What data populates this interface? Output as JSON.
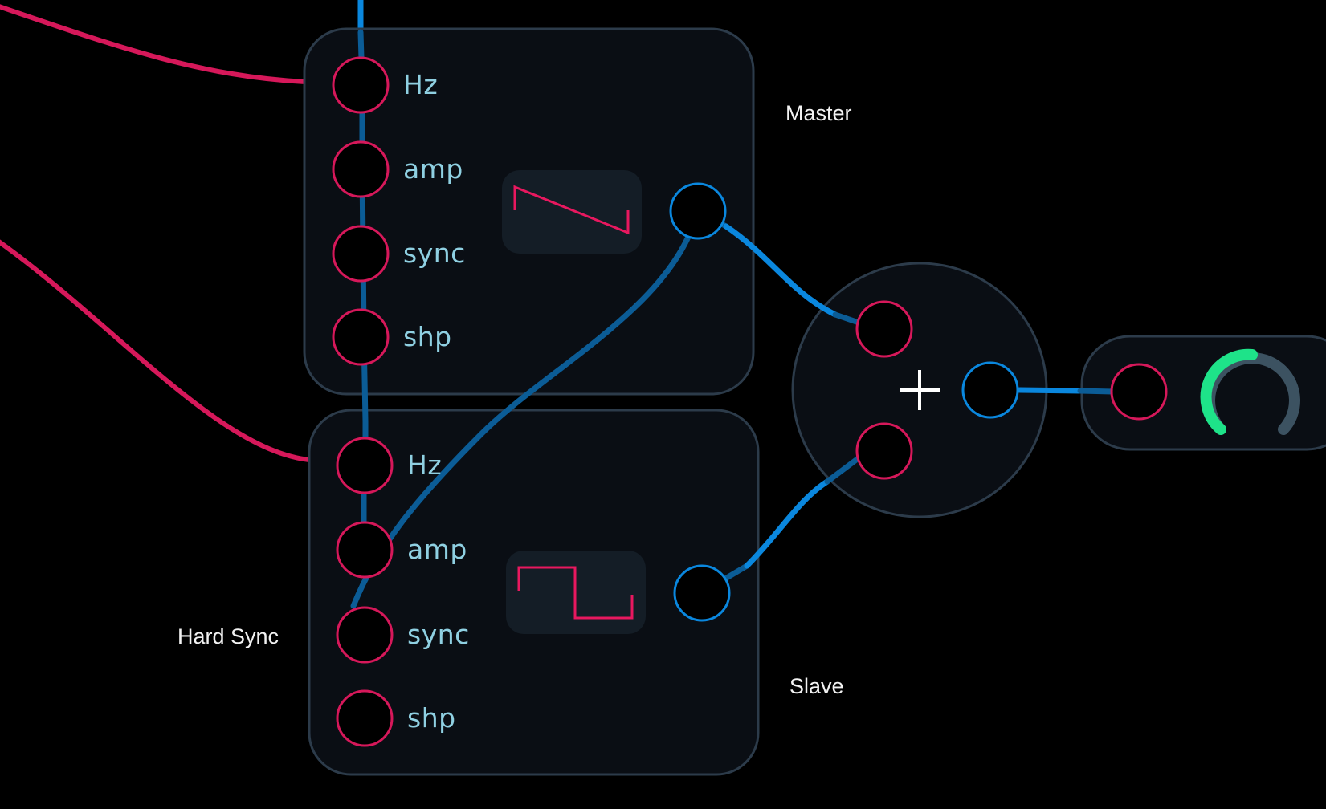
{
  "modules": {
    "master": {
      "caption": "Master",
      "waveform": "sawtooth-icon",
      "ports": [
        {
          "label": "Hz"
        },
        {
          "label": "amp"
        },
        {
          "label": "sync"
        },
        {
          "label": "shp"
        }
      ]
    },
    "slave": {
      "caption": "Slave",
      "waveform": "square-wave-icon",
      "ports": [
        {
          "label": "Hz"
        },
        {
          "label": "amp"
        },
        {
          "label": "sync"
        },
        {
          "label": "shp"
        }
      ]
    },
    "mixer": {
      "symbol": "+"
    },
    "output": {
      "knob_level": 0.5
    }
  },
  "annotations": {
    "hard_sync": "Hard Sync"
  },
  "colors": {
    "background": "#000000",
    "module_fill": "#0a0e14",
    "module_border": "#2c3b4a",
    "input_port": "#d6185a",
    "output_port": "#0a87de",
    "cable_red": "#d6185a",
    "cable_blue": "#0a87de",
    "label": "#8fd0e2",
    "knob_value": "#1ee389",
    "knob_track": "#3c5261"
  }
}
